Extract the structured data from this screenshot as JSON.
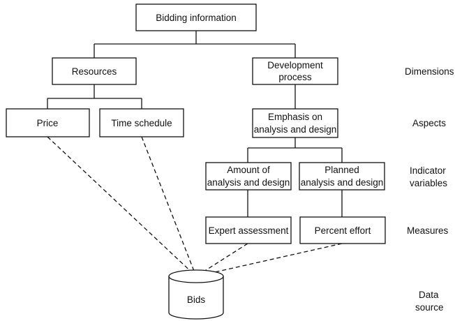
{
  "nodes": {
    "bidding_information": [
      "Bidding information"
    ],
    "resources": [
      "Resources"
    ],
    "development_process": [
      "Development",
      "process"
    ],
    "price": [
      "Price"
    ],
    "time_schedule": [
      "Time schedule"
    ],
    "emphasis": [
      "Emphasis on",
      "analysis and design"
    ],
    "amount": [
      "Amount of",
      "analysis and design"
    ],
    "planned": [
      "Planned",
      "analysis and design"
    ],
    "expert_assessment": [
      "Expert assessment"
    ],
    "percent_effort": [
      "Percent effort"
    ],
    "bids": [
      "Bids"
    ]
  },
  "levels": {
    "dimensions": [
      "Dimensions"
    ],
    "aspects": [
      "Aspects"
    ],
    "indicator_variables": [
      "Indicator",
      "variables"
    ],
    "measures": [
      "Measures"
    ],
    "data_source": [
      "Data",
      "source"
    ]
  }
}
